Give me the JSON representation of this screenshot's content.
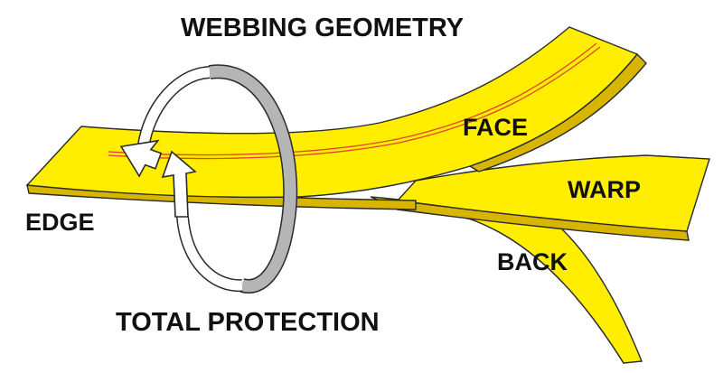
{
  "title": "WEBBING GEOMETRY",
  "caption": "TOTAL PROTECTION",
  "labels": {
    "face": "FACE",
    "warp": "WARP",
    "back": "BACK",
    "edge": "EDGE"
  },
  "colors": {
    "webbing": "#ffee00",
    "webbing_side": "#d8b600",
    "webbing_outline": "#2a2a2a",
    "thread": "#e0442a",
    "ring_inner": "#b5b5b5",
    "arrow_fill": "#ffffff"
  }
}
